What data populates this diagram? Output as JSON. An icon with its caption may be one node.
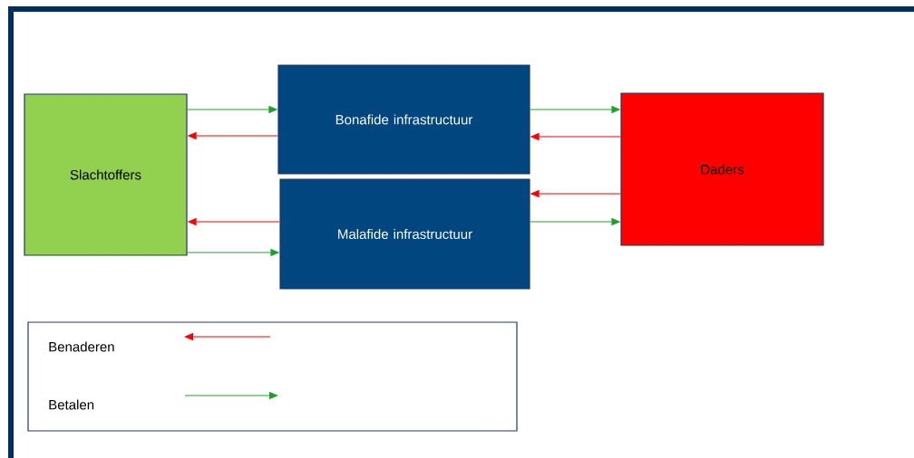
{
  "diagram": {
    "nodes": [
      {
        "text": [
          "Slachtoffers"
        ]
      },
      {
        "text": [
          "Bonafide infrastructuur"
        ]
      },
      {
        "text": [
          "Malafide infrastructuur"
        ]
      },
      {
        "text": [
          "Daders"
        ]
      }
    ],
    "edges": [
      {
        "from": 0,
        "to": 1,
        "arrow": "to",
        "color": "#1ea12a"
      },
      {
        "from": 1,
        "to": 0,
        "arrow": "to",
        "color": "#ff0000"
      },
      {
        "from": 1,
        "to": 3,
        "arrow": "to",
        "color": "#1ea12a"
      },
      {
        "from": 3,
        "to": 1,
        "arrow": "to",
        "color": "#ff0000"
      },
      {
        "from": 3,
        "to": 2,
        "arrow": "to",
        "color": "#ff0000"
      },
      {
        "from": 2,
        "to": 3,
        "arrow": "to",
        "color": "#1ea12a"
      },
      {
        "from": 2,
        "to": 0,
        "arrow": "to",
        "color": "#ff0000"
      },
      {
        "from": 0,
        "to": 2,
        "arrow": "to",
        "color": "#1ea12a"
      }
    ],
    "legend": [
      {
        "text": "Benaderen"
      },
      {
        "text": "Betalen"
      }
    ]
  }
}
